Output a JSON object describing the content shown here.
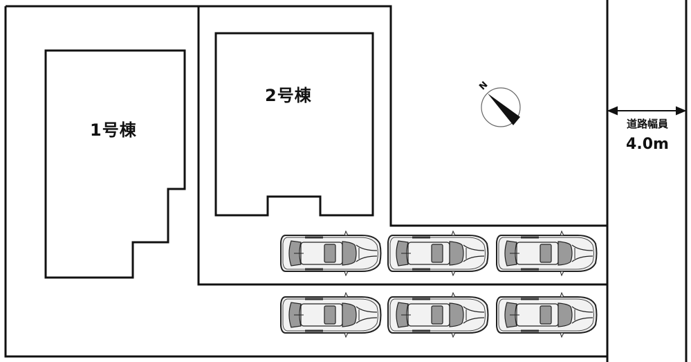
{
  "site_plan": {
    "buildings": [
      {
        "id": "building-1",
        "label": "1号棟"
      },
      {
        "id": "building-2",
        "label": "2号棟"
      }
    ],
    "road": {
      "label": "道路幅員",
      "width": "4.0m"
    },
    "compass": {
      "north_label": "N"
    },
    "parking": {
      "rows": 2,
      "cars_per_row": 3,
      "car_count": 6
    },
    "colors": {
      "line": "#111111",
      "car_glass": "#9a9a9a",
      "car_body": "#f2f2f2",
      "background": "#ffffff"
    }
  }
}
